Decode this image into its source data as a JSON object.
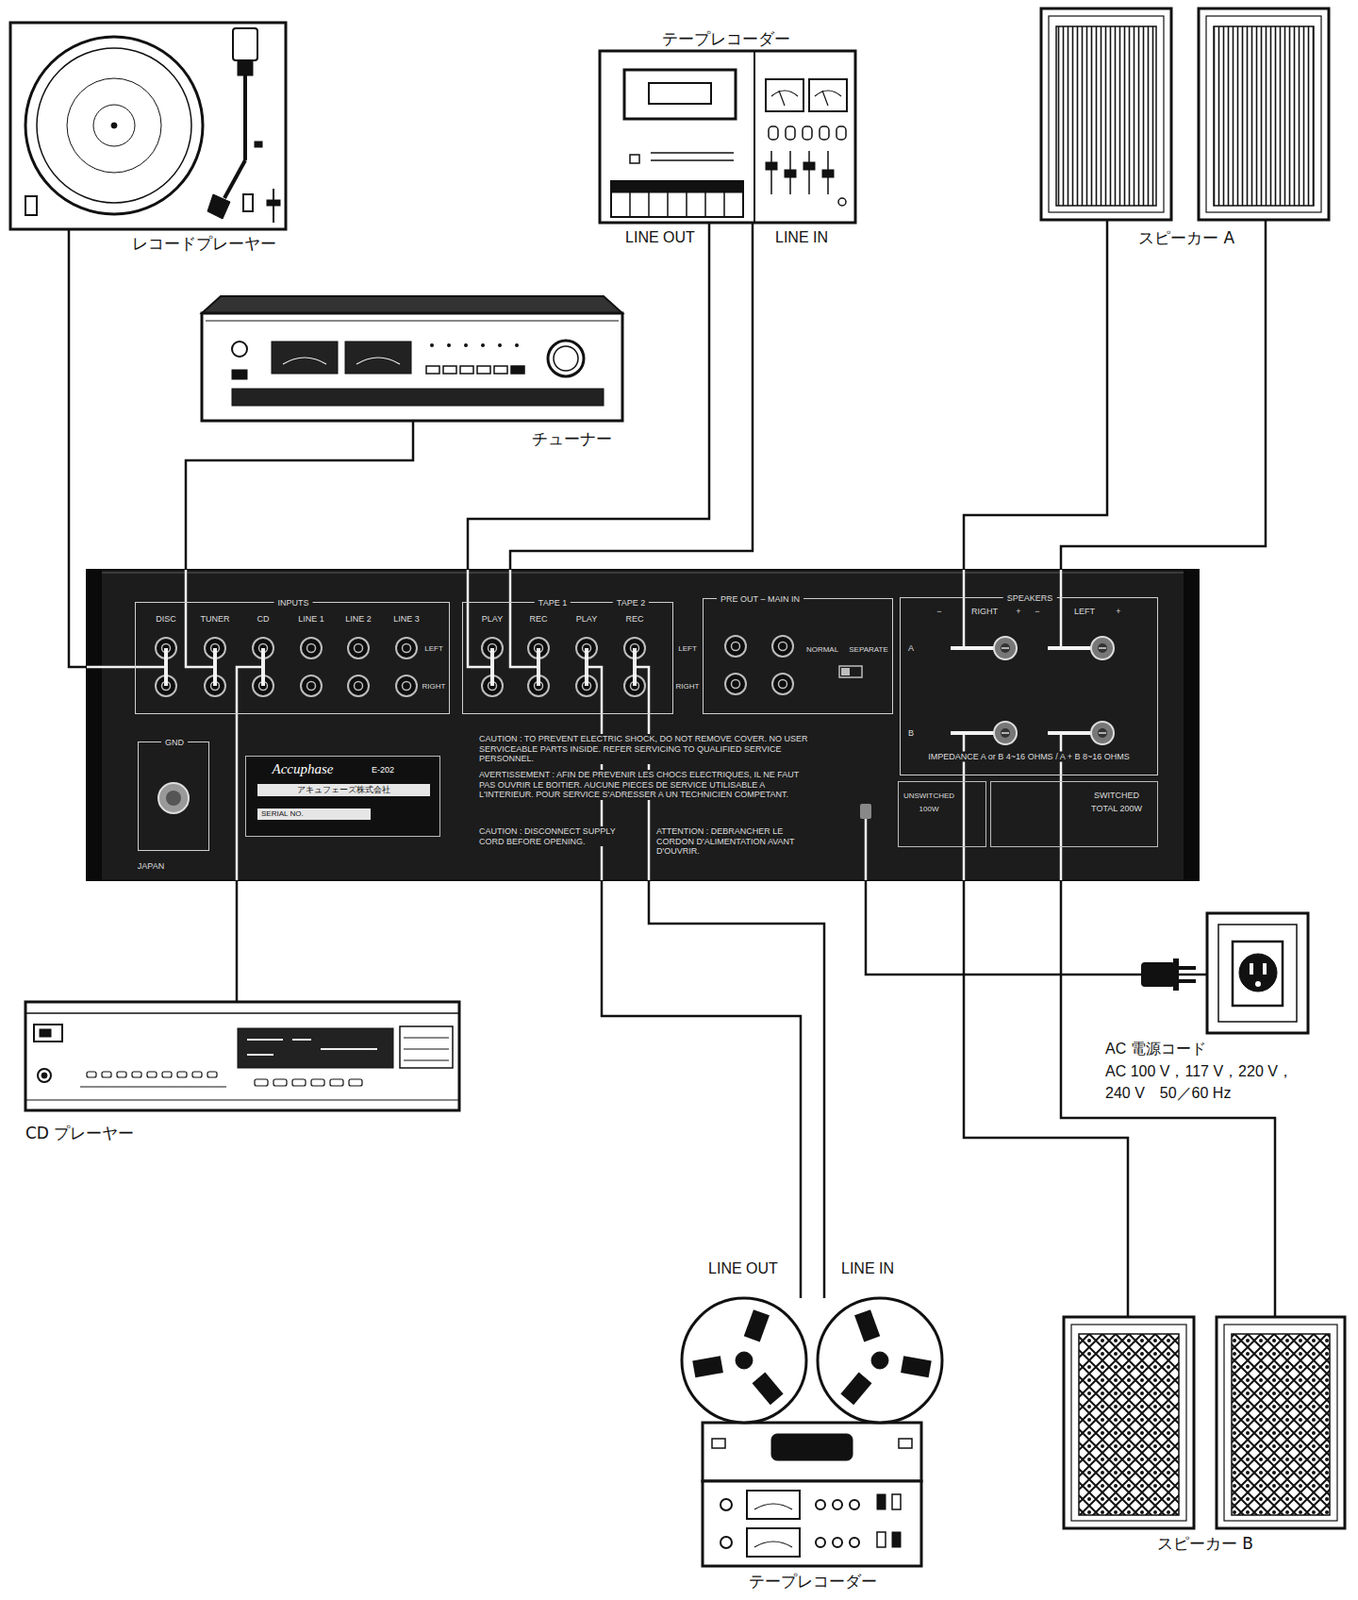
{
  "diagram": {
    "nodes": [
      {
        "text": [
          "レコードプレーヤー"
        ]
      },
      {
        "text": [
          "テープレコーダー"
        ]
      },
      {
        "text": [
          "スピーカー A"
        ]
      },
      {
        "text": [
          "チューナー"
        ]
      },
      {
        "text": [
          "CAUTION : TO PREVENT ELECTRIC SHOCK, DO NOT REMOVE COVER. NO USER SERVICEABLE PARTS INSIDE. REFER SERVICING TO QUALIFIED SERVICE PERSONNEL.",
          "AVERTISSEMENT : AFIN DE PREVENIR LES CHOCS ELECTRIQUES, IL NE FAUT PAS OUVRIR LE BOITIER. AUCUNE PIECES DE SERVICE UTILISABLE A L'INTERIEUR. POUR SERVICE S'ADRESSER A UN TECHNICIEN COMPETANT.",
          "CAUTION : DISCONNECT SUPPLY CORD BEFORE OPENING.",
          "ATTENTION : DEBRANCHER LE CORDON D'ALIMENTATION AVANT D'OUVRIR.",
          "JAPAN"
        ]
      },
      {
        "text": [
          "INPUTS"
        ],
        "in": 4
      },
      {
        "text": [
          "TAPE 1",
          "TAPE 2"
        ],
        "in": 4
      },
      {
        "text": [
          "PRE OUT – MAIN IN"
        ],
        "in": 4
      },
      {
        "text": [
          "SPEAKERS"
        ],
        "in": 4
      },
      {
        "text": [
          "GND"
        ],
        "in": 4
      },
      {
        "text": [
          "Accuphase",
          "E-202",
          "アキュフェーズ株式会社",
          "SERIAL NO."
        ],
        "in": 4
      },
      {
        "text": [
          "UNSWITCHED",
          "100W"
        ],
        "in": 4
      },
      {
        "text": [
          "SWITCHED",
          "TOTAL 200W"
        ],
        "in": 4
      },
      {
        "text": [
          "AC 電源コード",
          "AC 100 V，117 V，220 V， 240 V　50／60 Hz"
        ]
      },
      {
        "text": [
          "CD プレーヤー"
        ]
      },
      {
        "text": [
          "テープレコーダー"
        ]
      },
      {
        "text": [
          "スピーカー B"
        ]
      }
    ],
    "edges": [
      {
        "from": 0,
        "to": 5,
        "arrow": "none"
      },
      {
        "from": 3,
        "to": 5,
        "arrow": "none"
      },
      {
        "from": 14,
        "to": 5,
        "arrow": "none"
      },
      {
        "from": 1,
        "to": 6,
        "arrow": "none"
      },
      {
        "from": 6,
        "to": 1,
        "arrow": "none"
      },
      {
        "from": 2,
        "to": 8,
        "arrow": "none"
      },
      {
        "from": 2,
        "to": 8,
        "arrow": "none"
      },
      {
        "from": 4,
        "to": 13,
        "arrow": "none"
      },
      {
        "from": 15,
        "to": 6,
        "arrow": "none"
      },
      {
        "from": 6,
        "to": 15,
        "arrow": "none"
      },
      {
        "from": 16,
        "to": 8,
        "arrow": "none"
      },
      {
        "from": 16,
        "to": 8,
        "arrow": "none"
      }
    ],
    "labels": [
      "LINE OUT",
      "LINE IN",
      "DISC",
      "TUNER",
      "CD",
      "LINE 1",
      "LINE 2",
      "LINE 3",
      "LEFT",
      "RIGHT",
      "PLAY",
      "REC",
      "PLAY",
      "REC",
      "LEFT",
      "RIGHT",
      "NORMAL",
      "SEPARATE",
      "−",
      "RIGHT",
      "+",
      "−",
      "LEFT",
      "+",
      "A",
      "B",
      "IMPEDANCE A or B 4~16 OHMS / A + B 8~16 OHMS",
      "LINE OUT",
      "LINE IN"
    ]
  }
}
